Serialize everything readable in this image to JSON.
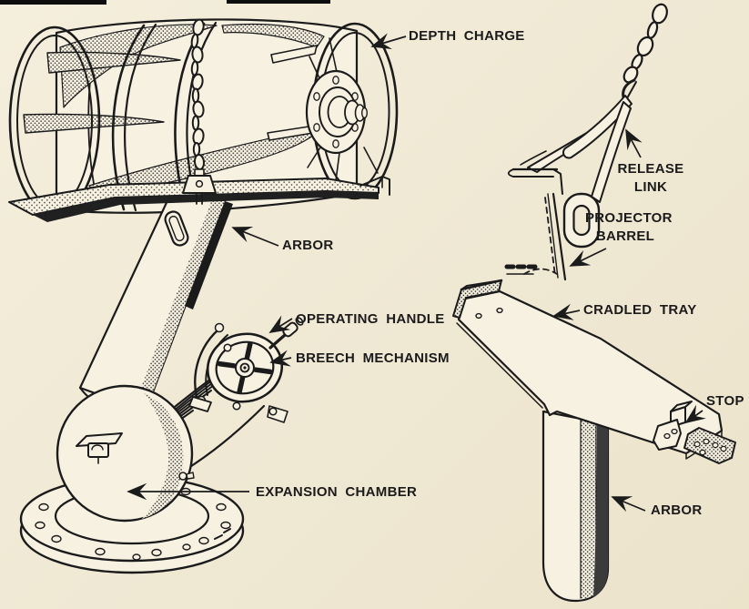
{
  "page": {
    "background": "#efe8d3",
    "paper": "#f6f1e0",
    "ink": "#1b1b1b",
    "description": "Scanned technical line drawing: depth charge projector loaded with depth charge (left), release link detail (top right), cradled tray on arbor (bottom right)"
  },
  "labels": {
    "depth_charge": "DEPTH CHARGE",
    "arbor_left": "ARBOR",
    "operating_handle": "OPERATING HANDLE",
    "breech_mechanism": "BREECH MECHANISM",
    "expansion_chamber": "EXPANSION CHAMBER",
    "release_link": "RELEASE LINK",
    "projector_barrel": "PROJECTOR BARREL",
    "cradled_tray": "CRADLED TRAY",
    "stop": "STOP",
    "arbor_right": "ARBOR"
  }
}
